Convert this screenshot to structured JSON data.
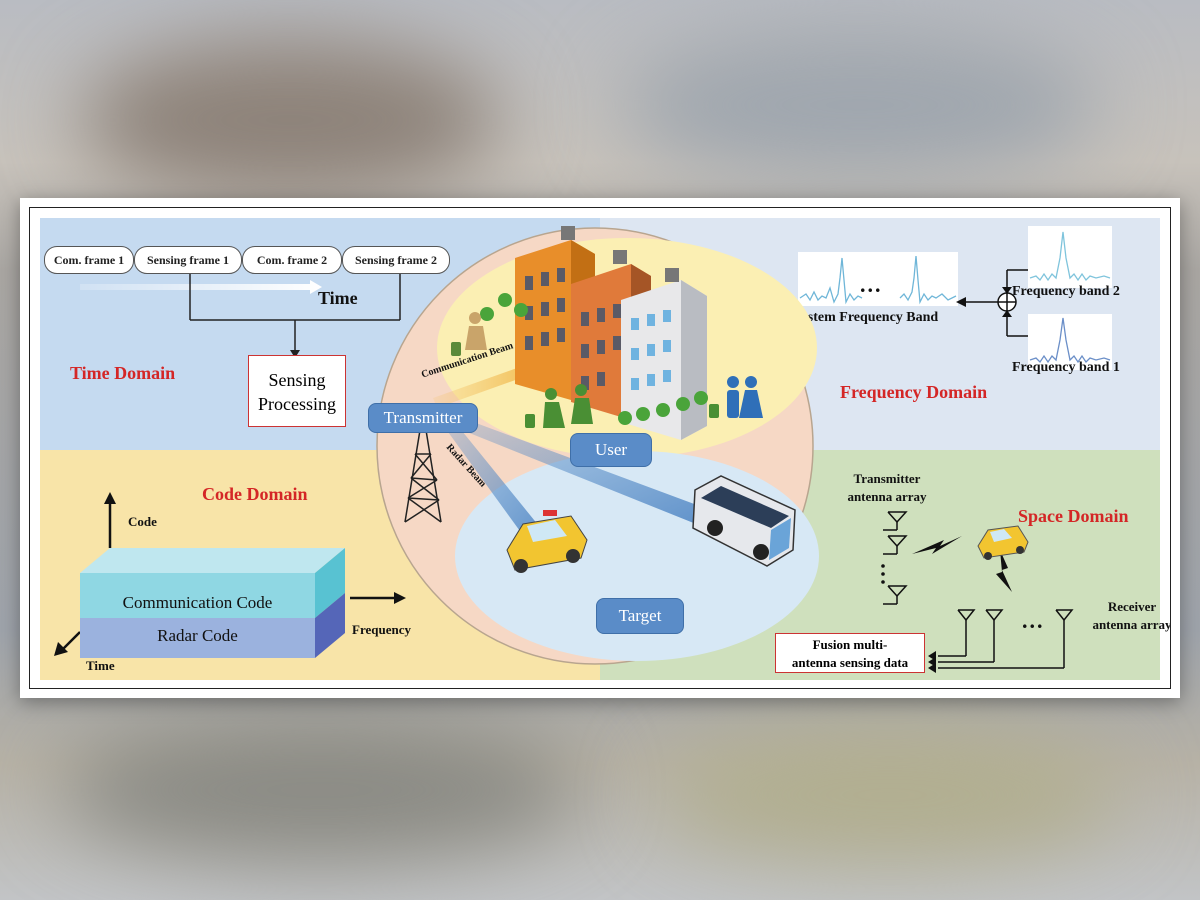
{
  "time_domain": {
    "title": "Time Domain",
    "frames": [
      "Com. frame 1",
      "Sensing frame 1",
      "Com.  frame 2",
      "Sensing frame 2"
    ],
    "axis_label": "Time",
    "processing_label_line1": "Sensing",
    "processing_label_line2": "Processing"
  },
  "code_domain": {
    "title": "Code Domain",
    "axis_code": "Code",
    "axis_frequency": "Frequency",
    "axis_time": "Time",
    "layer_top": "Communication Code",
    "layer_bottom": "Radar Code"
  },
  "center": {
    "transmitter": "Transmitter",
    "user": "User",
    "target": "Target",
    "communication_beam": "Communication Beam",
    "radar_beam": "Radar Beam"
  },
  "frequency_domain": {
    "title": "Frequency Domain",
    "system_band": "System Frequency Band",
    "band2": "Frequency band 2",
    "band1": "Frequency band 1",
    "ellipsis": "..."
  },
  "space_domain": {
    "title": "Space Domain",
    "tx_array_line1": "Transmitter",
    "tx_array_line2": "antenna array",
    "rx_array_line1": "Receiver",
    "rx_array_line2": "antenna array",
    "fusion_line1": "Fusion multi-",
    "fusion_line2": "antenna sensing data",
    "ellipsis": "..."
  },
  "colors": {
    "domain_title": "#d42626",
    "blue_pill": "#5a8cc8",
    "time_bg": "#c5daf0",
    "code_bg": "#f8e4a8",
    "freq_bg": "#dde6f2",
    "space_bg": "#cfe0bd"
  }
}
